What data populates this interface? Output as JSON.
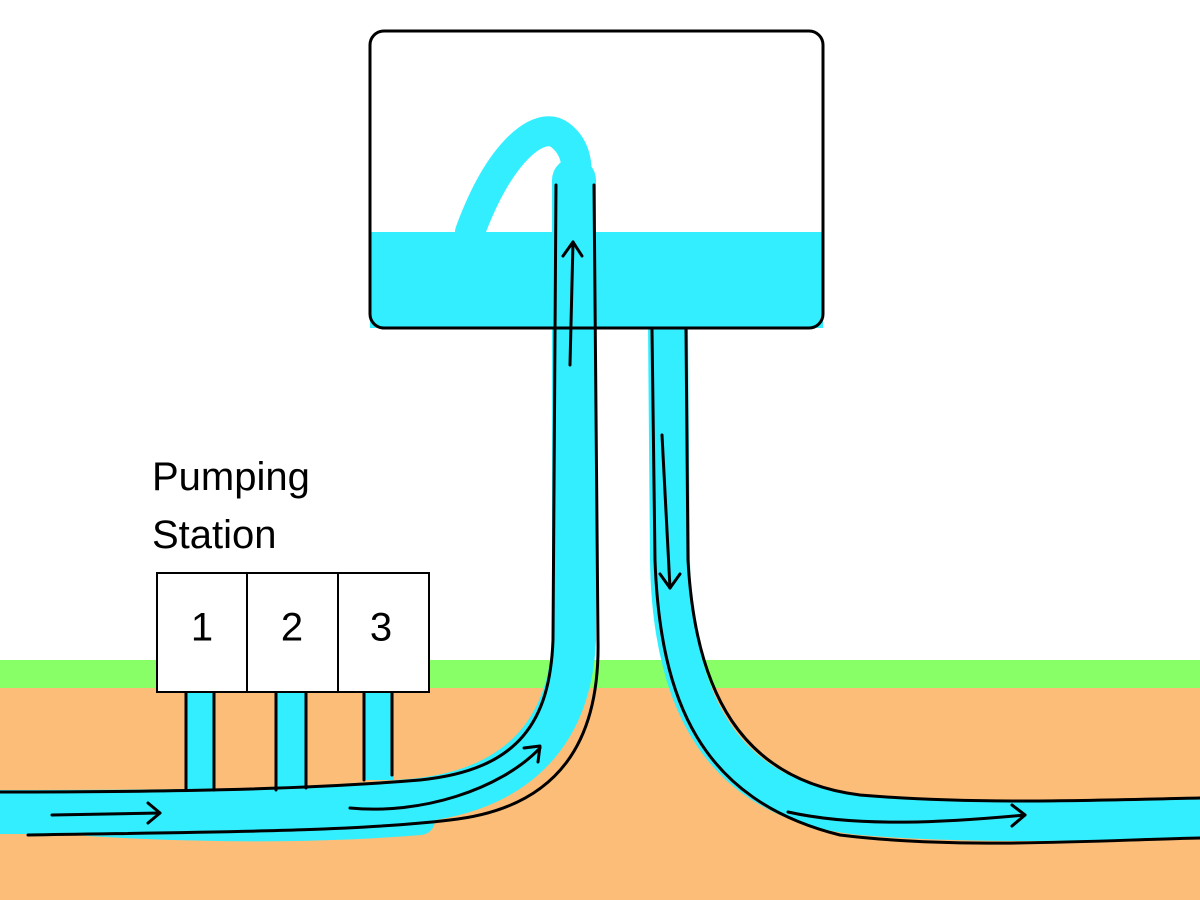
{
  "diagram": {
    "title_line1": "Pumping",
    "title_line2": "Station",
    "pumps": [
      {
        "label": "1"
      },
      {
        "label": "2"
      },
      {
        "label": "3"
      }
    ]
  },
  "colors": {
    "water": "#33eeff",
    "ground": "#fbbd78",
    "grass": "#88ff66",
    "outline": "#000000",
    "background": "#ffffff"
  }
}
